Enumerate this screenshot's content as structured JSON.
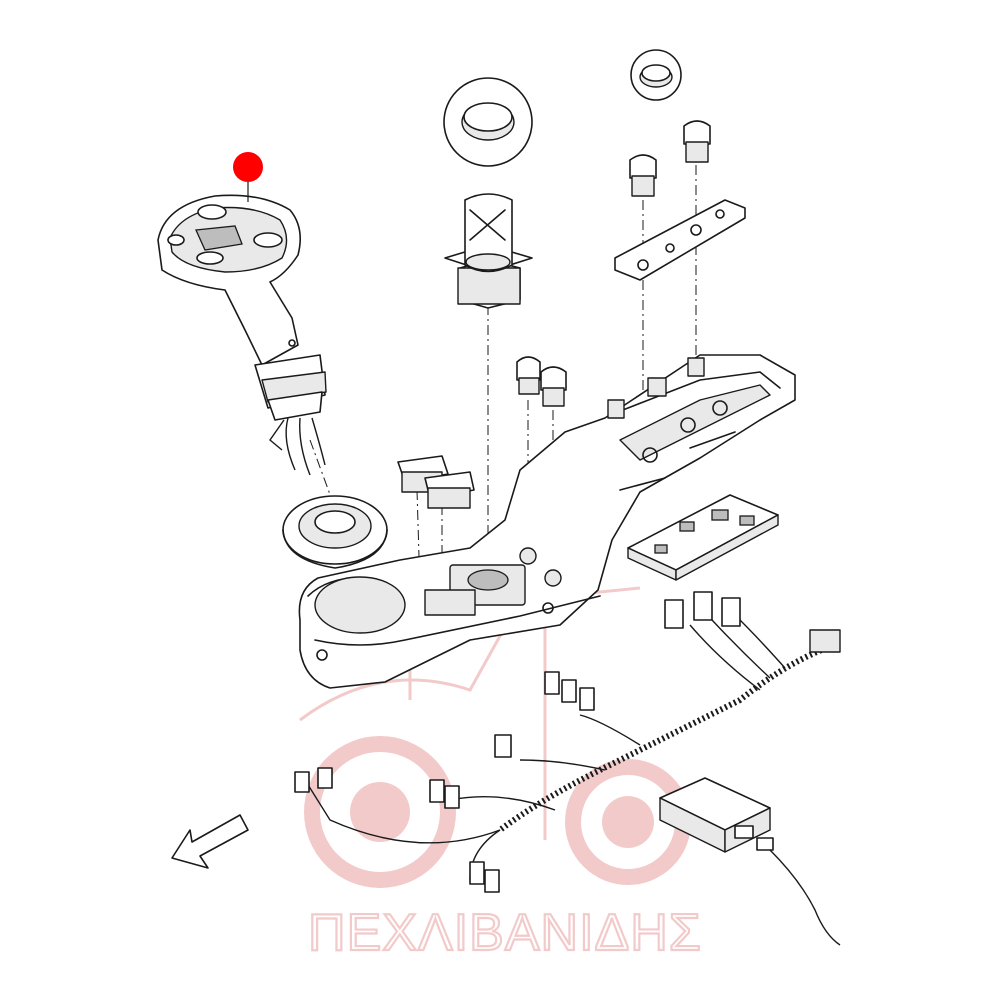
{
  "watermark": {
    "text": "ΠΕΧΛΙΒΑΝΙΔΗΣ",
    "color": "#e8a0a0"
  },
  "callout": {
    "marker_color": "#ff0000",
    "target_part": "joystick-handle"
  },
  "parts": [
    "joystick-handle",
    "rubber-boot",
    "seal-cap-large",
    "seal-cap-small",
    "multi-direction-control-lever",
    "push-button",
    "rocker-switch",
    "mounting-plate",
    "armrest-console-housing",
    "circuit-board",
    "wiring-harness",
    "control-module",
    "direction-arrow"
  ],
  "colors": {
    "line": "#1a1a1a",
    "background": "#ffffff",
    "marker": "#ff0000"
  }
}
